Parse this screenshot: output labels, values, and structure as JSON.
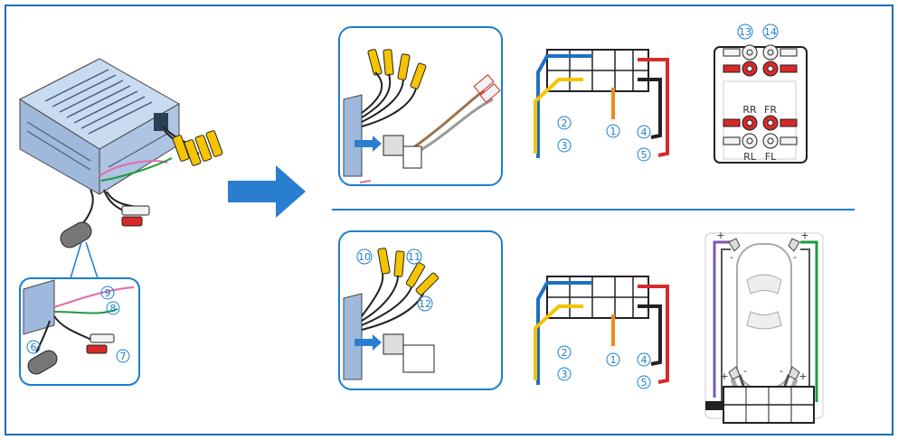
{
  "callouts": {
    "n1_top": "1",
    "n2_top": "2",
    "n3_top": "3",
    "n4_top": "4",
    "n5_top": "5",
    "n1_bot": "1",
    "n2_bot": "2",
    "n3_bot": "3",
    "n4_bot": "4",
    "n5_bot": "5",
    "n6": "6",
    "n7": "7",
    "n8": "8",
    "n9": "9",
    "n10": "10",
    "n11": "11",
    "n12": "12",
    "n13": "13",
    "n14": "14"
  },
  "rca_labels": {
    "rr": "RR",
    "fr": "FR",
    "rl": "RL",
    "fl": "FL"
  },
  "speaker_signs": {
    "plus": "+",
    "minus": "-"
  },
  "colors": {
    "frame": "#1a6fb8",
    "unit_blue": "#b9cfea",
    "wire_blue": "#1e6fc4",
    "wire_yellow": "#f5c400",
    "wire_orange": "#f08a1e",
    "wire_red": "#d62a2a",
    "wire_black": "#222222",
    "wire_purple": "#7a5bb0",
    "wire_green": "#1f9a3e",
    "wire_brown": "#a0734a",
    "wire_gray": "#9a9a9a",
    "arrow": "#2a7ed0"
  },
  "icons": [
    "car-stereo-unit-illustration",
    "right-arrow-icon",
    "wiring-harness-illustration",
    "car-topview-icon",
    "rca-connector-icon",
    "speaker-icon"
  ]
}
